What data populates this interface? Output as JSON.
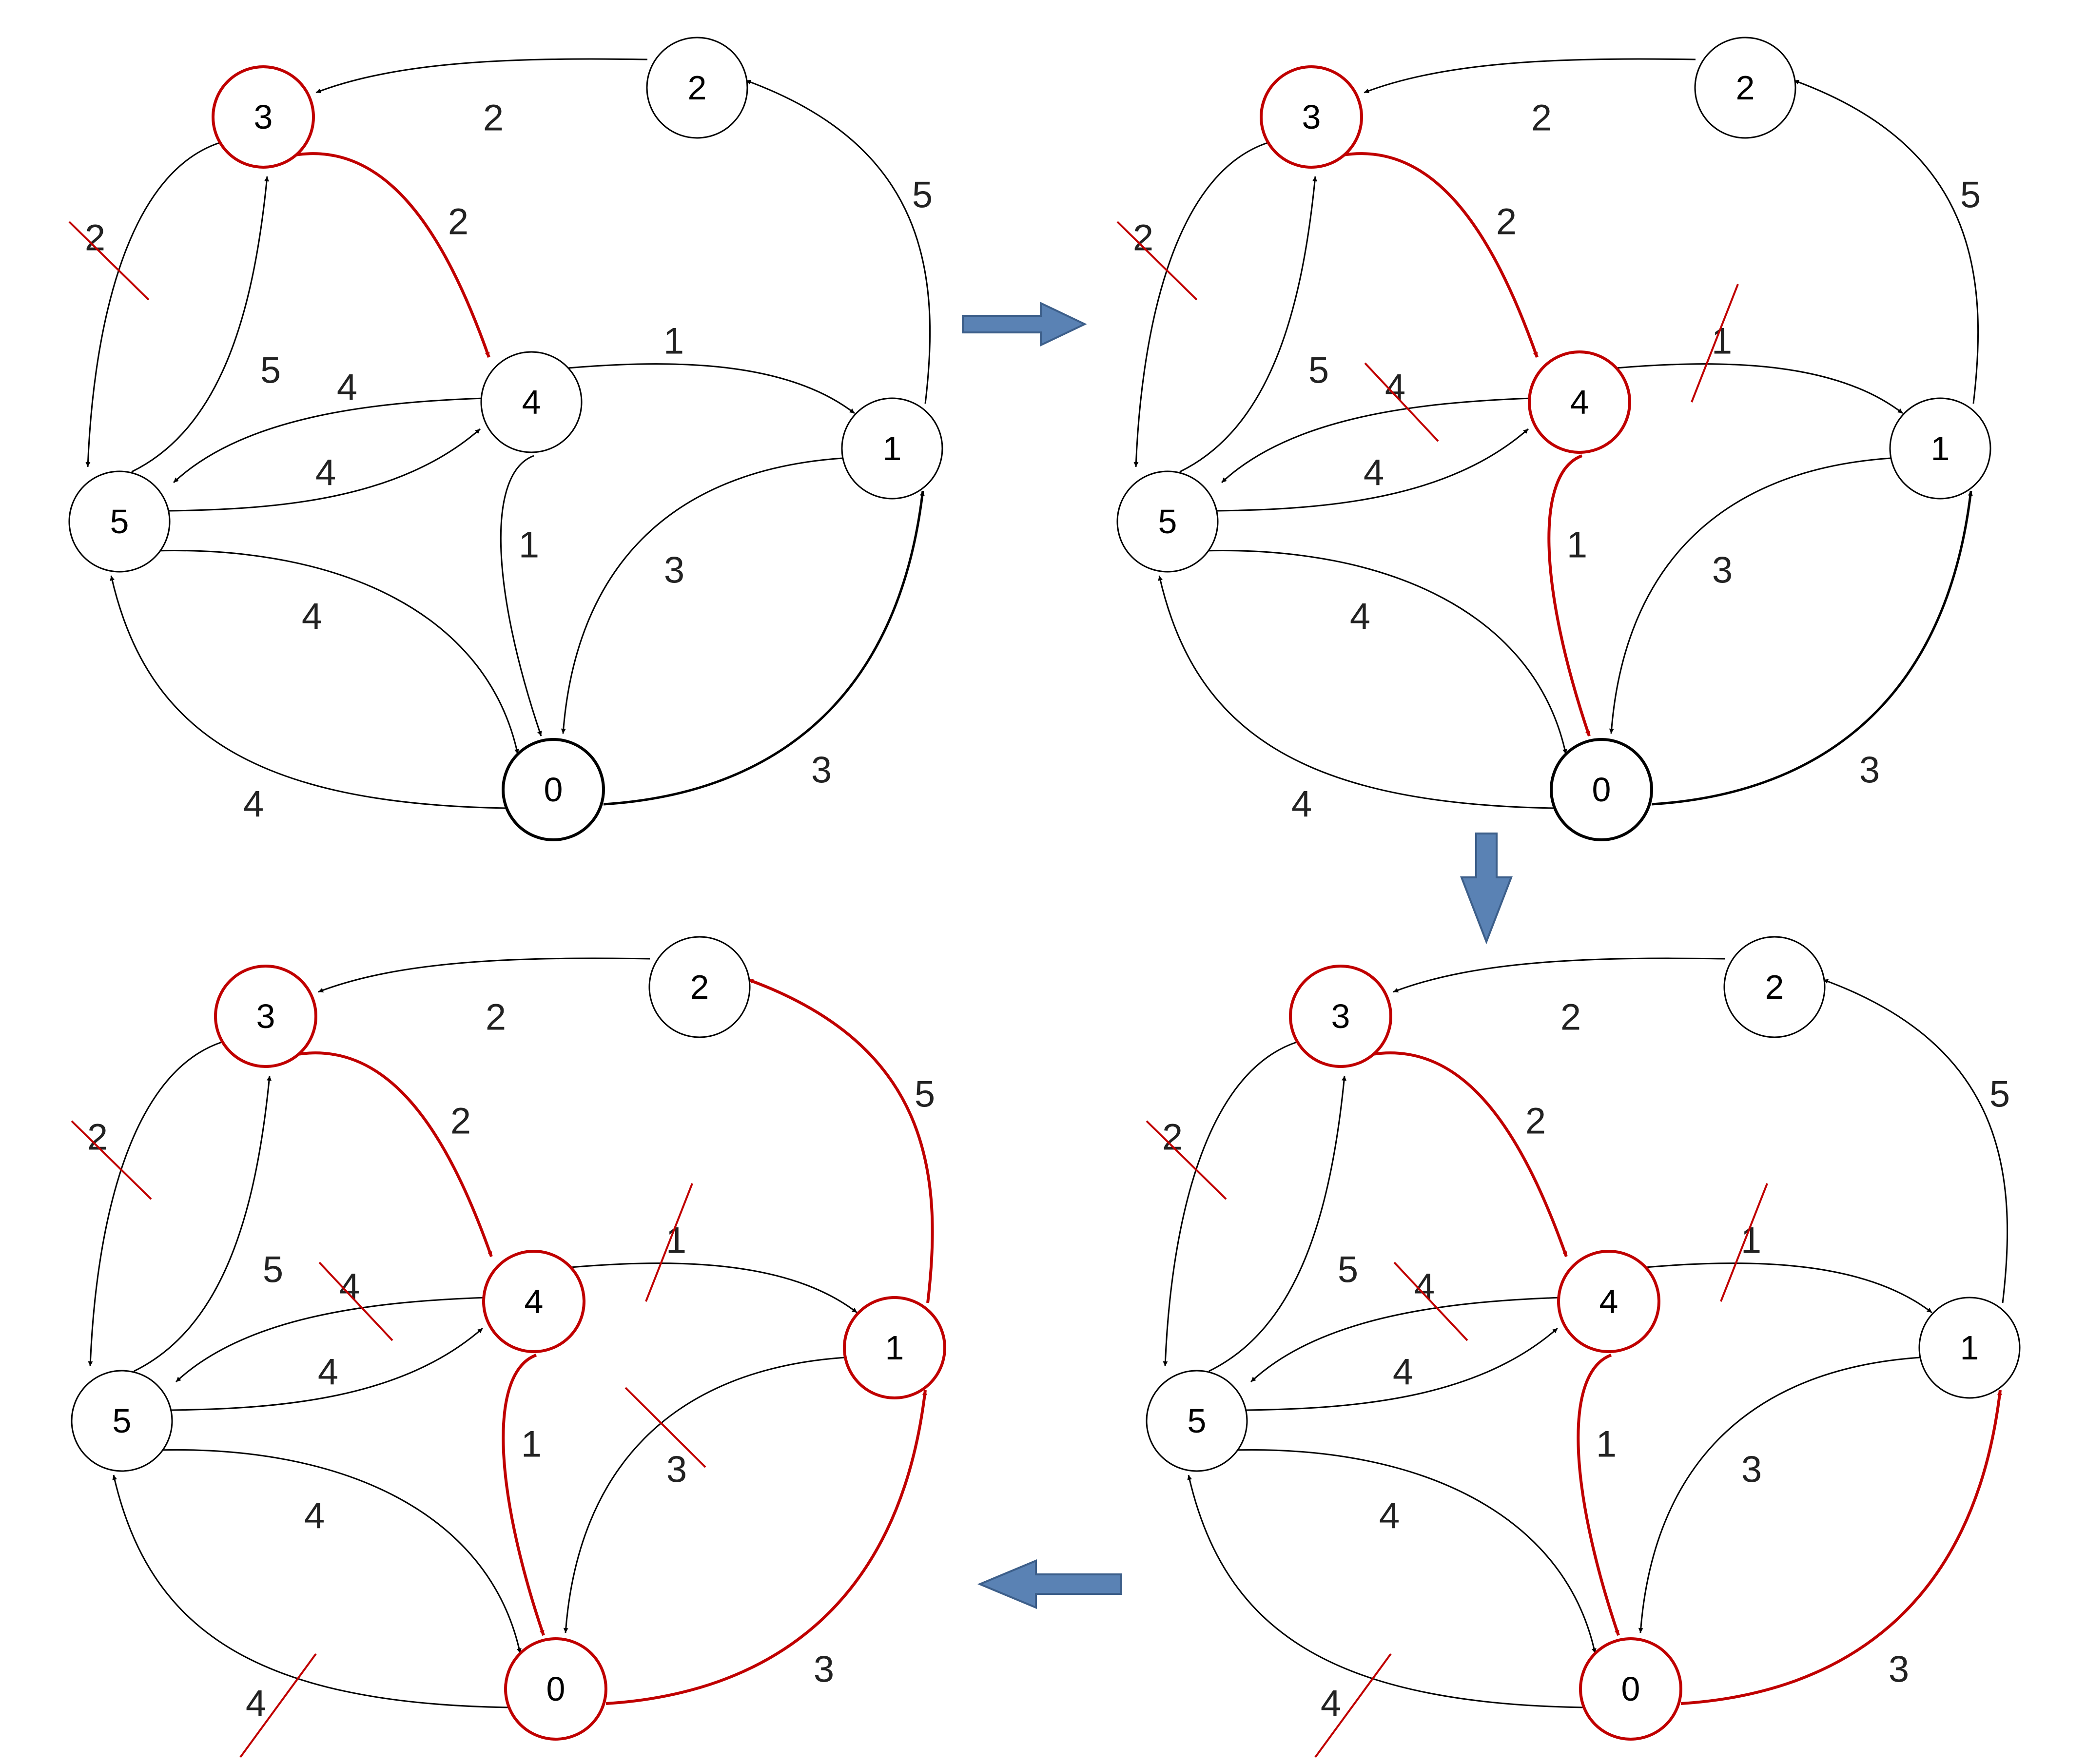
{
  "colors": {
    "default": "#000000",
    "highlight": "#c00000",
    "transition_arrow": "#5a82b4",
    "transition_arrow_border": "#3d5f8a",
    "text": "#222222"
  },
  "panels": [
    {
      "id": "top-left",
      "highlighted_nodes": [
        "3"
      ],
      "highlighted_edges": [
        "3-4"
      ],
      "struck_weights": [
        "3-5"
      ]
    },
    {
      "id": "top-right",
      "highlighted_nodes": [
        "3",
        "4"
      ],
      "highlighted_edges": [
        "3-4",
        "4-0"
      ],
      "struck_weights": [
        "3-5",
        "4-5",
        "4-1"
      ]
    },
    {
      "id": "bottom-right",
      "highlighted_nodes": [
        "3",
        "4",
        "0"
      ],
      "highlighted_edges": [
        "3-4",
        "4-0",
        "0-1"
      ],
      "struck_weights": [
        "3-5",
        "4-5",
        "4-1",
        "0-5"
      ]
    },
    {
      "id": "bottom-left",
      "highlighted_nodes": [
        "3",
        "4",
        "0",
        "1"
      ],
      "highlighted_edges": [
        "3-4",
        "4-0",
        "0-1",
        "1-2"
      ],
      "struck_weights": [
        "3-5",
        "4-5",
        "4-1",
        "0-5",
        "1-0"
      ]
    }
  ],
  "graph": {
    "nodes": [
      "0",
      "1",
      "2",
      "3",
      "4",
      "5"
    ],
    "edges": [
      {
        "id": "2-3",
        "from": "2",
        "to": "3",
        "weight": "2"
      },
      {
        "id": "3-4",
        "from": "3",
        "to": "4",
        "weight": "2"
      },
      {
        "id": "3-5",
        "from": "3",
        "to": "5",
        "weight": "2"
      },
      {
        "id": "5-3",
        "from": "5",
        "to": "3",
        "weight": "5"
      },
      {
        "id": "4-5",
        "from": "4",
        "to": "5",
        "weight": "4"
      },
      {
        "id": "5-4",
        "from": "5",
        "to": "4",
        "weight": "4"
      },
      {
        "id": "4-1",
        "from": "4",
        "to": "1",
        "weight": "1"
      },
      {
        "id": "4-0",
        "from": "4",
        "to": "0",
        "weight": "1"
      },
      {
        "id": "1-0",
        "from": "1",
        "to": "0",
        "weight": "3"
      },
      {
        "id": "5-0",
        "from": "5",
        "to": "0",
        "weight": "4"
      },
      {
        "id": "0-5",
        "from": "0",
        "to": "5",
        "weight": "4"
      },
      {
        "id": "0-1",
        "from": "0",
        "to": "1",
        "weight": "3"
      },
      {
        "id": "1-2",
        "from": "1",
        "to": "2",
        "weight": "5"
      }
    ]
  },
  "transitions": [
    {
      "from": "top-left",
      "to": "top-right",
      "direction": "right"
    },
    {
      "from": "top-right",
      "to": "bottom-right",
      "direction": "down"
    },
    {
      "from": "bottom-right",
      "to": "bottom-left",
      "direction": "left"
    }
  ]
}
